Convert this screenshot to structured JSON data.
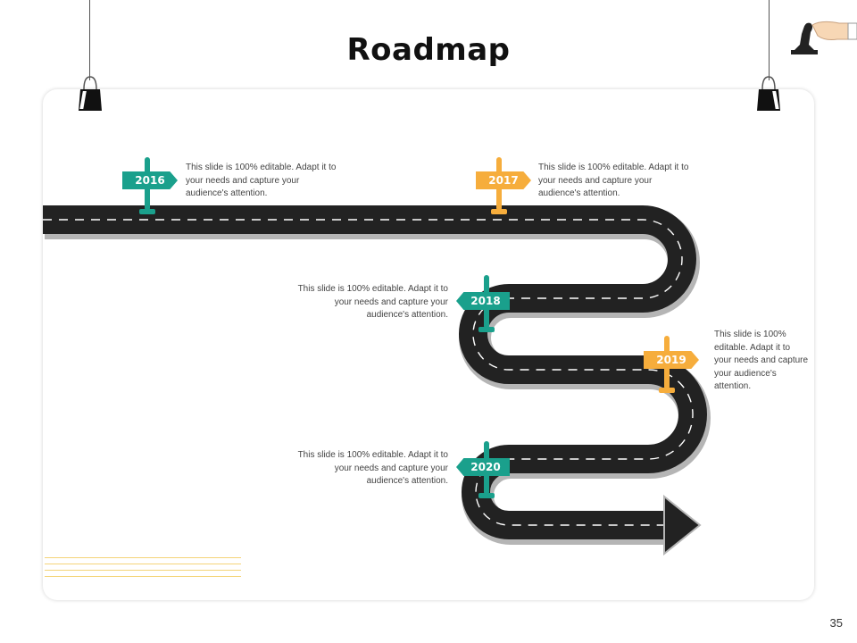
{
  "slide": {
    "title": "Roadmap",
    "page_number": "35"
  },
  "colors": {
    "teal": "#1aa08c",
    "orange": "#f6ad3c",
    "road": "#222222"
  },
  "milestones": [
    {
      "year": "2016",
      "color": "teal",
      "text": "This slide is 100% editable. Adapt it to your needs and capture your audience's attention."
    },
    {
      "year": "2017",
      "color": "orange",
      "text": "This slide is 100% editable. Adapt it to your needs and capture your audience's attention."
    },
    {
      "year": "2018",
      "color": "teal",
      "text": "This slide is 100% editable. Adapt it to your needs and capture your audience's attention."
    },
    {
      "year": "2019",
      "color": "orange",
      "text": "This slide is 100% editable. Adapt it to your needs and capture your audience's attention."
    },
    {
      "year": "2020",
      "color": "teal",
      "text": "This slide is 100% editable. Adapt it to your needs and capture your audience's attention."
    }
  ],
  "decor": {
    "top_right_icon": "hand-holding-chess-piece-icon",
    "binder_clip_icon": "binder-clip-icon"
  }
}
